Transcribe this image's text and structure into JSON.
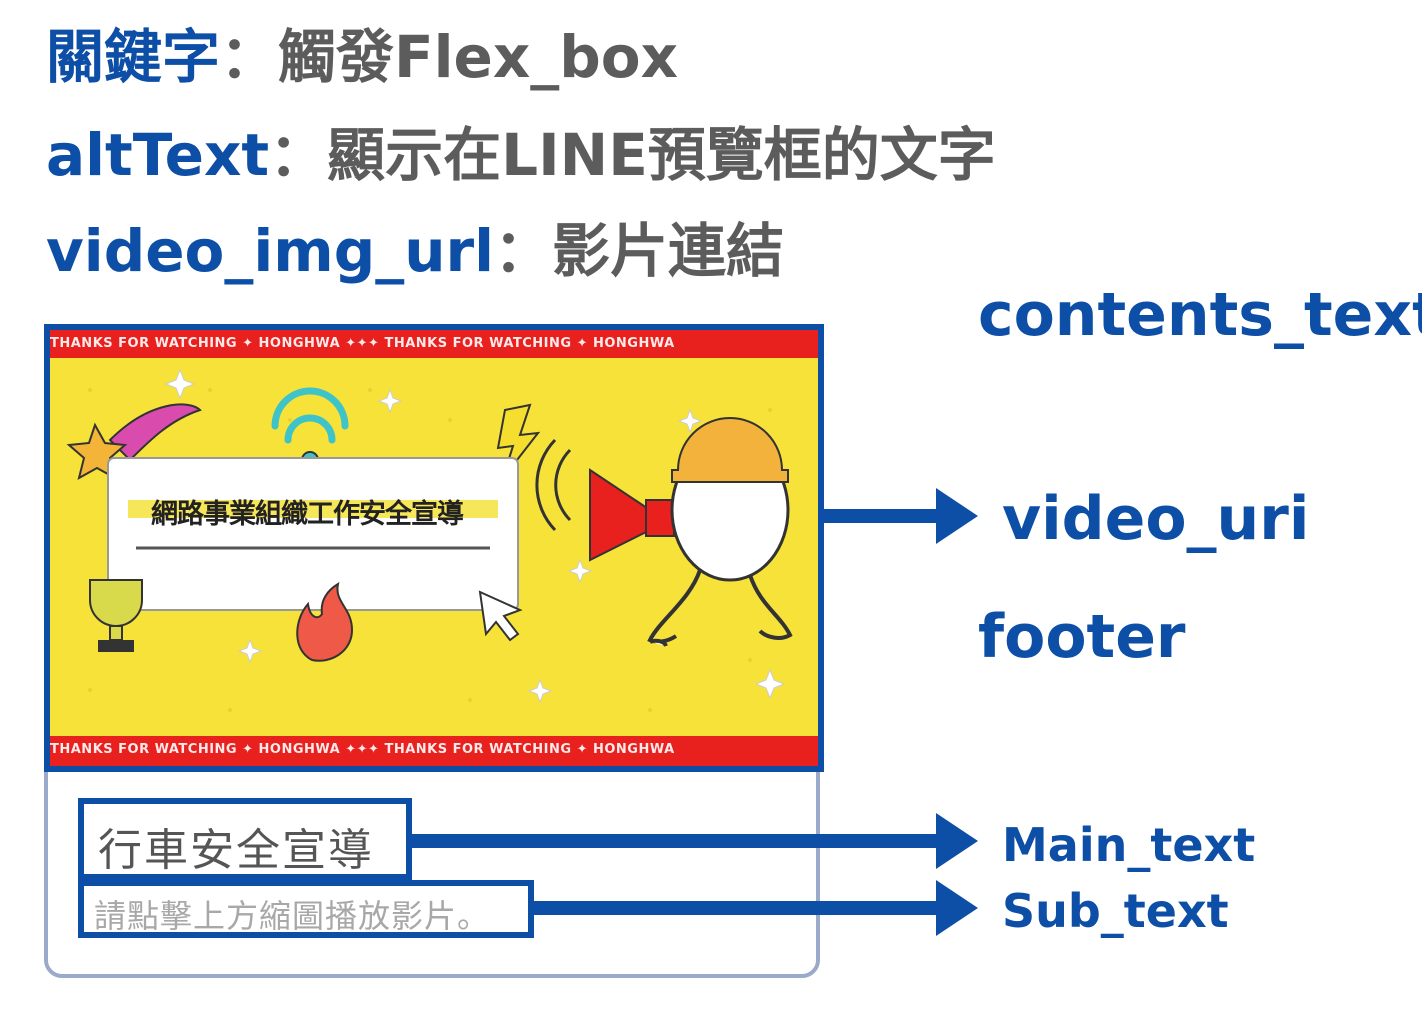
{
  "definitions": [
    {
      "key": "關鍵字",
      "sep": "：",
      "value": "觸發Flex_box"
    },
    {
      "key": "altText",
      "sep": "：",
      "value": "顯示在LINE預覽框的文字"
    },
    {
      "key": "video_img_url",
      "sep": "：",
      "value": "影片連結"
    }
  ],
  "labels": {
    "contents": "contents_text",
    "video": "video_uri",
    "footer": "footer",
    "main": "Main_text",
    "sub": "Sub_text"
  },
  "card": {
    "thumbnail_title": "網路事業組織工作安全宣導",
    "ticker_text": "THANKS FOR WATCHING ✦ HONGHWA ✦✦✦ THANKS FOR WATCHING ✦ HONGHWA",
    "main_text": "行車安全宣導",
    "sub_text": "請點擊上方縮圖播放影片。"
  },
  "colors": {
    "accent": "#0d4ea6",
    "text_gray": "#5c5c5c",
    "thumb_yellow": "#f7e23a",
    "thumb_red": "#e8201e",
    "card_border": "#9aaac8"
  }
}
